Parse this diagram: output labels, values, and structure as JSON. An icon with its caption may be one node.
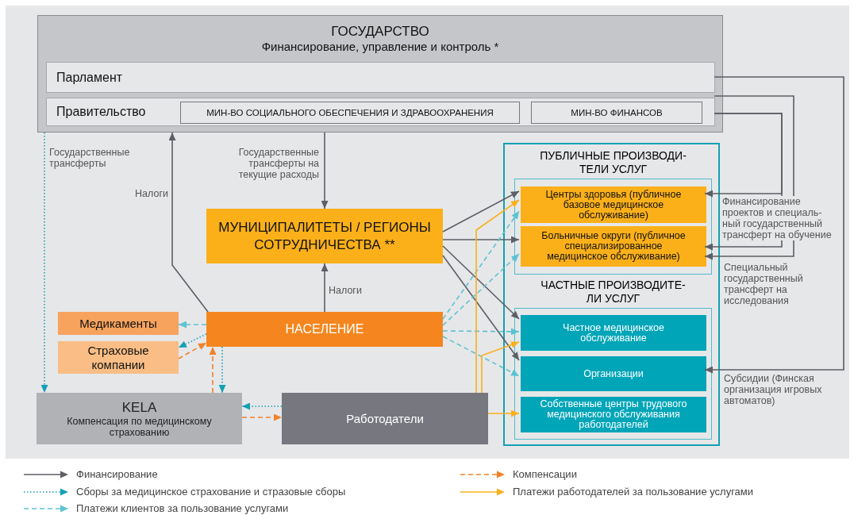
{
  "diagram": {
    "nodes": [
      {
        "text": [
          "ГОСУДАРСТВО",
          "Финансирование, управление и контроль *"
        ]
      },
      {
        "text": [
          "Парламент"
        ],
        "in": 0
      },
      {
        "text": [
          "Правительство"
        ],
        "in": 0
      },
      {
        "text": [
          "МИН-ВО СОЦИАЛЬНОГО ОБЕСПЕЧЕНИЯ И ЗДРАВООХРАНЕНИЯ"
        ],
        "in": 2
      },
      {
        "text": [
          "МИН-ВО ФИНАНСОВ"
        ],
        "in": 2
      },
      {
        "text": [
          "МУНИЦИПАЛИТЕТЫ / РЕГИОНЫ СОТРУДНИЧЕСТВА **"
        ]
      },
      {
        "text": [],
        "shape": "box"
      },
      {
        "text": [
          "ПУБЛИЧНЫЕ ПРОИЗВОДИ-ТЕЛИ УСЛУГ"
        ],
        "in": 6
      },
      {
        "text": [
          "Центры здоровья (публичное базовое медицинское обслуживание)"
        ],
        "in": 7
      },
      {
        "text": [
          "Больничные округи (публичное специализированное медицинское обслуживание)"
        ],
        "in": 7
      },
      {
        "text": [
          "ЧАСТНЫЕ ПРОИЗВОДИТЕ-ЛИ УСЛУГ"
        ],
        "in": 6
      },
      {
        "text": [
          "Частное медицинское обслуживание"
        ],
        "in": 10
      },
      {
        "text": [
          "Организации"
        ],
        "in": 10
      },
      {
        "text": [
          "Собственные центры трудового медицинского обслуживания работодателей"
        ],
        "in": 10
      },
      {
        "text": [
          "НАСЕЛЕНИЕ"
        ]
      },
      {
        "text": [
          "Медикаменты"
        ]
      },
      {
        "text": [
          "Страховые компании"
        ]
      },
      {
        "text": [
          "KELA",
          "Компенсация по медицинскому страхованию"
        ]
      },
      {
        "text": [
          "Работодатели"
        ]
      }
    ],
    "edges": [
      {
        "from": 2,
        "to": 8,
        "arrow": "to",
        "label": "Финансирование проектов и специаль-ный государственный трансферт на обучение"
      },
      {
        "from": 2,
        "to": 9,
        "arrow": "to"
      },
      {
        "from": 2,
        "to": 9,
        "arrow": "to",
        "label": "Специальный государственный трансферт на исследования"
      },
      {
        "from": 1,
        "to": 12,
        "arrow": "to",
        "label": "Субсидии (Финская организация игровых автоматов)"
      },
      {
        "from": 0,
        "to": 5,
        "arrow": "to",
        "label": "Государственные трансферты на текущие расходы"
      },
      {
        "from": 14,
        "to": 0,
        "arrow": "to",
        "label": "Налоги"
      },
      {
        "from": 14,
        "to": 5,
        "arrow": "to",
        "label": "Налоги"
      },
      {
        "from": 5,
        "to": 8,
        "arrow": "to"
      },
      {
        "from": 5,
        "to": 9,
        "arrow": "to"
      },
      {
        "from": 5,
        "to": 11,
        "arrow": "to"
      },
      {
        "from": 5,
        "to": 12,
        "arrow": "to"
      },
      {
        "from": 0,
        "to": 17,
        "arrow": "to",
        "label": "Государственные трансферты",
        "style": "dashed",
        "color": "#14a0b4"
      },
      {
        "from": 14,
        "to": 16,
        "arrow": "to",
        "style": "dashed",
        "color": "#14a0b4"
      },
      {
        "from": 14,
        "to": 17,
        "arrow": "to",
        "style": "dashed",
        "color": "#14a0b4"
      },
      {
        "from": 18,
        "to": 17,
        "arrow": "to",
        "style": "dashed",
        "color": "#14a0b4"
      },
      {
        "from": 16,
        "to": 14,
        "arrow": "to",
        "style": "dashed",
        "color": "#f0832a"
      },
      {
        "from": 17,
        "to": 14,
        "arrow": "to",
        "style": "dashed",
        "color": "#f0832a"
      },
      {
        "from": 17,
        "to": 18,
        "arrow": "to",
        "style": "dashed",
        "color": "#f0832a"
      },
      {
        "from": 14,
        "to": 15,
        "arrow": "to",
        "style": "dashed",
        "color": "#5cc3d0"
      },
      {
        "from": 14,
        "to": 8,
        "arrow": "to",
        "style": "dashed",
        "color": "#5cc3d0"
      },
      {
        "from": 14,
        "to": 9,
        "arrow": "to",
        "style": "dashed",
        "color": "#5cc3d0"
      },
      {
        "from": 14,
        "to": 11,
        "arrow": "to",
        "style": "dashed",
        "color": "#5cc3d0"
      },
      {
        "from": 14,
        "to": 12,
        "arrow": "to",
        "style": "dashed",
        "color": "#5cc3d0"
      },
      {
        "from": 18,
        "to": 8,
        "arrow": "to",
        "color": "#fbb01a"
      },
      {
        "from": 18,
        "to": 11,
        "arrow": "to",
        "color": "#fbb01a"
      },
      {
        "from": 18,
        "to": 13,
        "arrow": "to",
        "color": "#fbb01a"
      }
    ],
    "legend": [
      {
        "text": "Финансирование"
      },
      {
        "text": "Компенсации"
      },
      {
        "text": "Сборы за медицинское страхование и стразовые сборы"
      },
      {
        "text": "Платежи работодателей за пользование услугами"
      },
      {
        "text": "Платежи клиентов за пользование услугами"
      }
    ]
  }
}
